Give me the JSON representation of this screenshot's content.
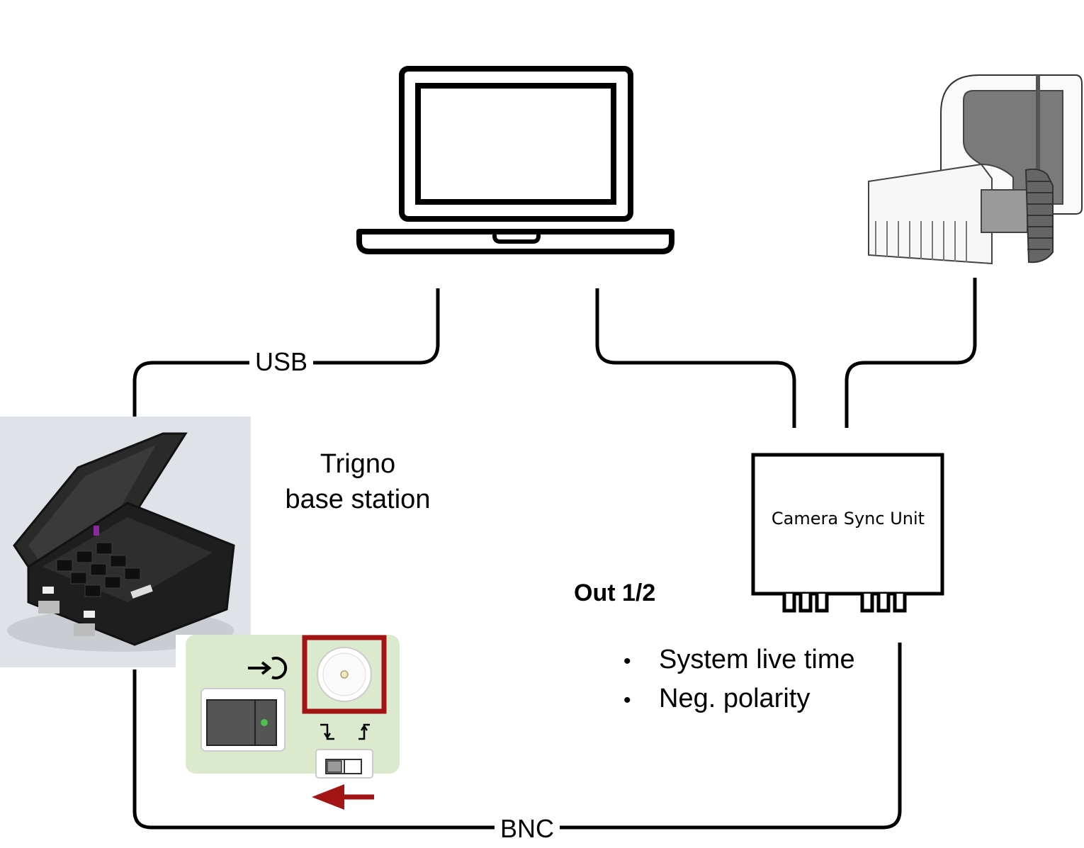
{
  "connections": {
    "usb": "USB",
    "bnc": "BNC"
  },
  "base_station": {
    "line1": "Trigno",
    "line2": "base station"
  },
  "sync_unit": {
    "label": "Camera Sync Unit"
  },
  "output": {
    "label": "Out 1/2",
    "settings": [
      "System live time",
      "Neg. polarity"
    ]
  },
  "icons": [
    "laptop-icon",
    "camera-icon",
    "base-station-case-icon",
    "bnc-input-panel-icon",
    "trigger-input-icon",
    "falling-edge-icon",
    "rising-edge-icon",
    "polarity-switch-icon",
    "left-arrow-icon"
  ],
  "colors": {
    "highlight": "#a31515",
    "panel_green": "#dbe9cc",
    "case_bg": "#dfe3e8"
  }
}
